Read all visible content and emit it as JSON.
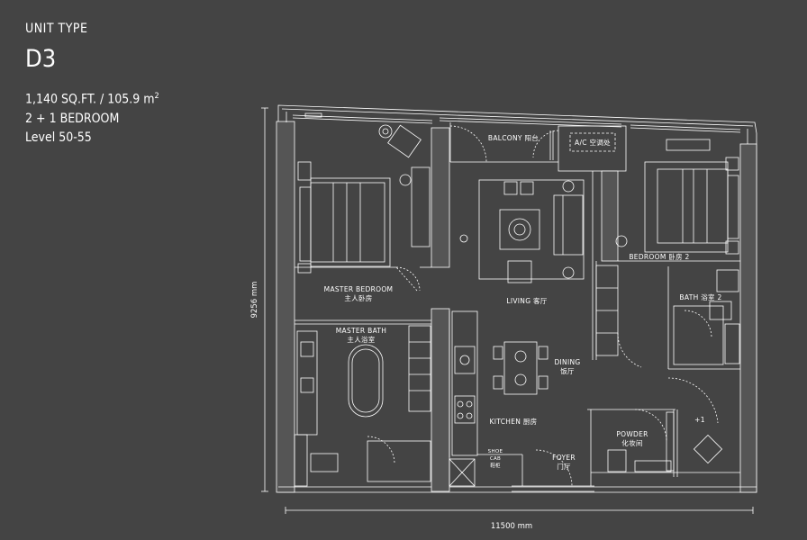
{
  "unit": {
    "label": "UNIT TYPE",
    "code": "D3",
    "area": "1,140 SQ.FT. / 105.9 m",
    "area_sup": "2",
    "bedrooms": "2 + 1 BEDROOM",
    "levels": "Level 50-55"
  },
  "rooms": {
    "balcony": "BALCONY 阳台",
    "ac": "A/C 空调处",
    "master_bedroom_en": "MASTER BEDROOM",
    "master_bedroom_cn": "主人卧房",
    "living": "LIVING 客厅",
    "bedroom2": "BEDROOM 卧房 2",
    "bath2": "BATH 浴室 2",
    "master_bath_en": "MASTER BATH",
    "master_bath_cn": "主人浴室",
    "dining_en": "DINING",
    "dining_cn": "饭厅",
    "kitchen": "KITCHEN 厨房",
    "powder_en": "POWDER",
    "powder_cn": "化妆间",
    "plus1": "+1",
    "shoe_1": "SHOE",
    "shoe_2": "CAB",
    "shoe_3": "鞋柜",
    "foyer_en": "FOYER",
    "foyer_cn": "门厅"
  },
  "dimensions": {
    "width": "11500 mm",
    "height": "9256 mm"
  },
  "colors": {
    "background": "#444444",
    "line": "#ffffff"
  }
}
